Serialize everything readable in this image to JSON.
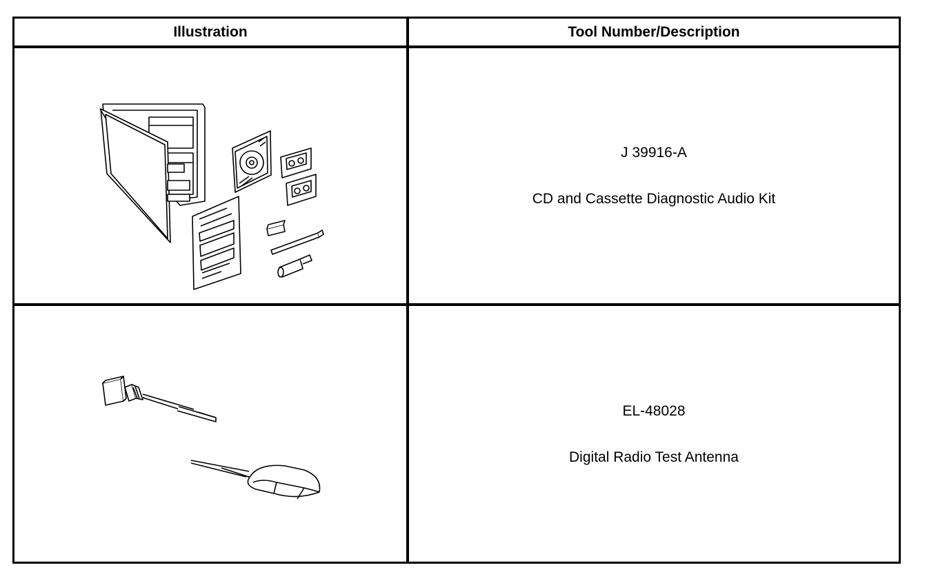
{
  "table": {
    "headers": {
      "illustration": "Illustration",
      "tool": "Tool Number/Description"
    },
    "rows": [
      {
        "illustration_icon": "cd-cassette-audio-kit-icon",
        "tool_number": "J 39916-A",
        "description": "CD and Cassette Diagnostic Audio Kit"
      },
      {
        "illustration_icon": "test-antenna-icon",
        "tool_number": "EL-48028",
        "description": "Digital Radio Test Antenna"
      }
    ]
  }
}
